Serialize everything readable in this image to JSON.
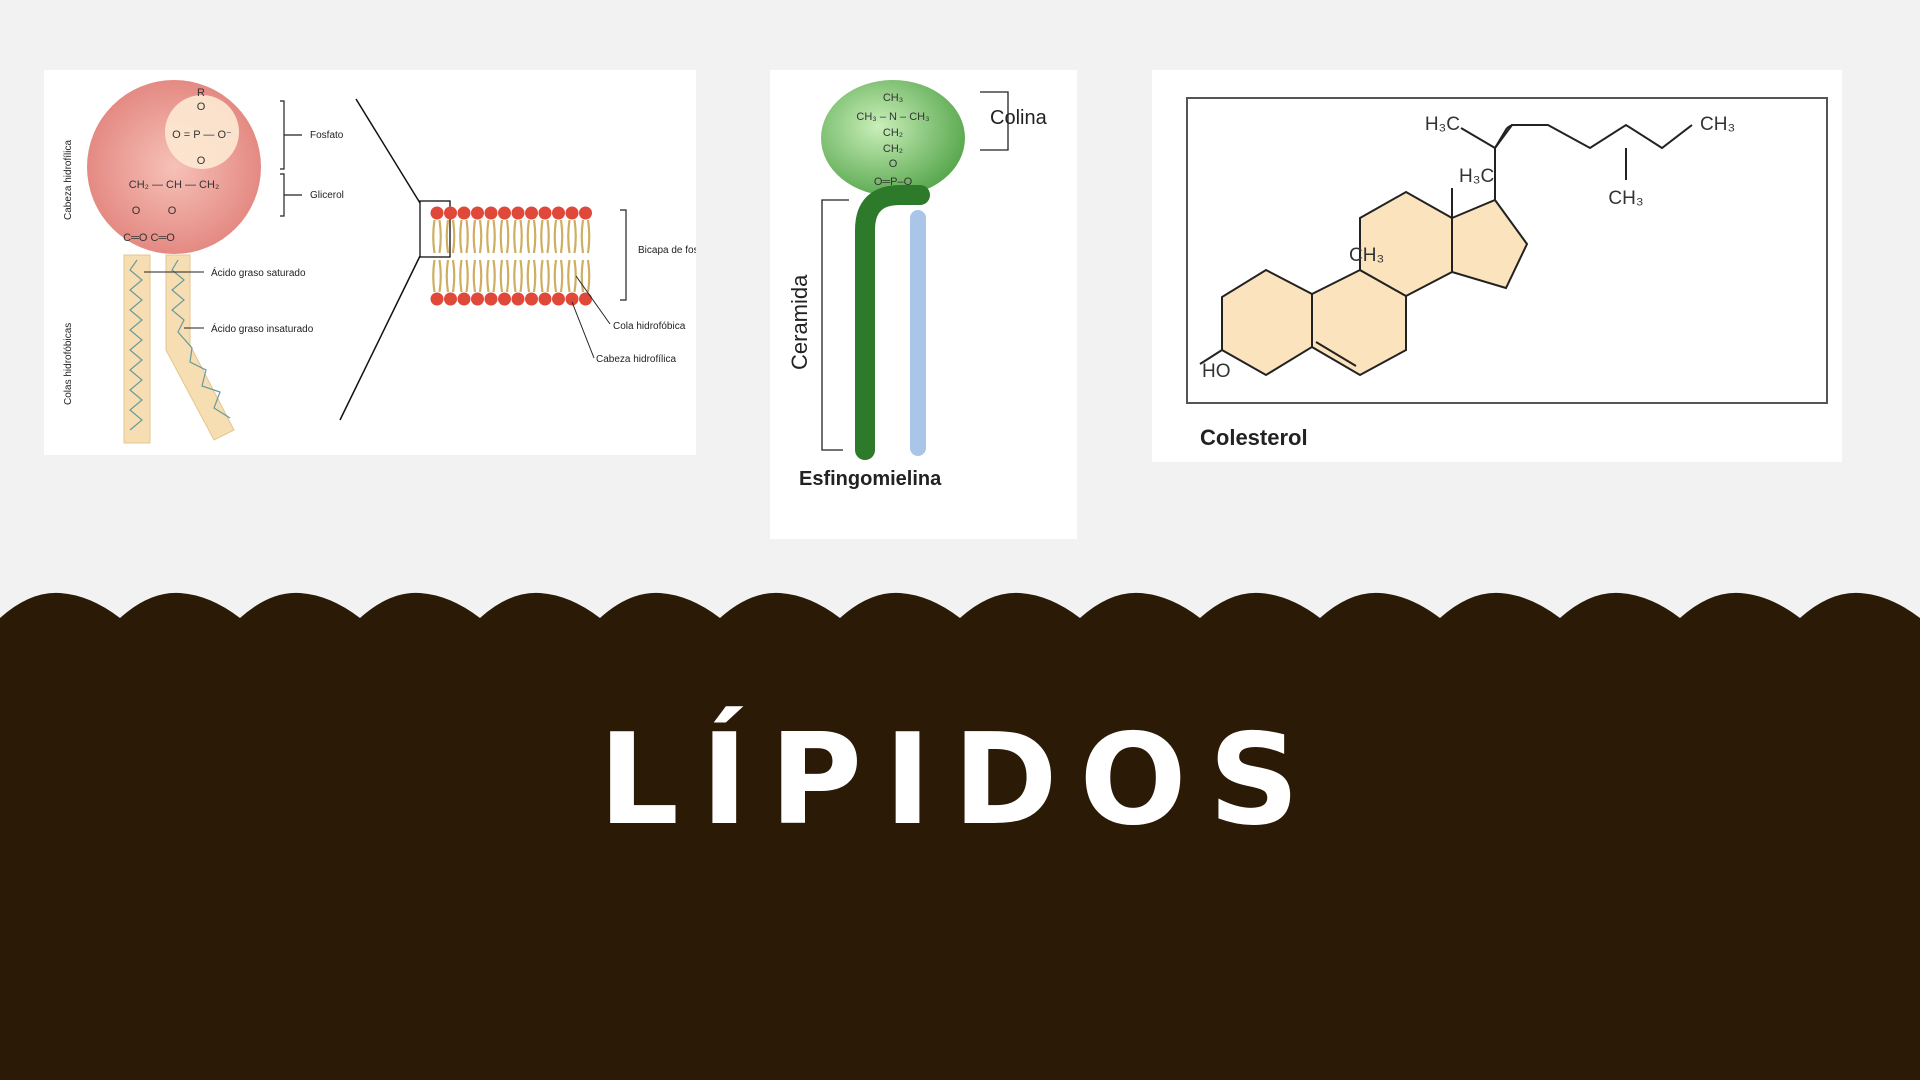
{
  "phospholipid": {
    "head_label": "Cabeza hidrofílica",
    "tails_label": "Colas hidrofóbicas",
    "fosfato": "Fosfato",
    "glicerol": "Glicerol",
    "saturado": "Ácido graso saturado",
    "insaturado": "Ácido graso insaturado",
    "bicapa": "Bicapa de fosfolípidos",
    "cola": "Cola hidrofóbica",
    "cabeza": "Cabeza hidrofílica",
    "glicerol_chain": "CH₂ — CH — CH₂",
    "phosphate_formula": "O = P — O⁻"
  },
  "sphingomyelin": {
    "colina": "Colina",
    "ceramida": "Ceramida",
    "name": "Esfingomielina",
    "amine": "CH₃ – N – CH₃"
  },
  "cholesterol": {
    "name": "Colesterol",
    "ho": "HO",
    "ch3_ring": "CH₃",
    "h3c_upper": "H₃C",
    "h3c_chain": "H₃C",
    "ch3_end": "CH₃",
    "ch3_branch": "CH₃"
  },
  "title": "LÍPIDOS",
  "colors": {
    "band": "#2b1a06",
    "background": "#f2f2f2",
    "ring_fill": "#f9e4b8",
    "head_red": "#e98a84",
    "green": "#3f9a3a"
  }
}
